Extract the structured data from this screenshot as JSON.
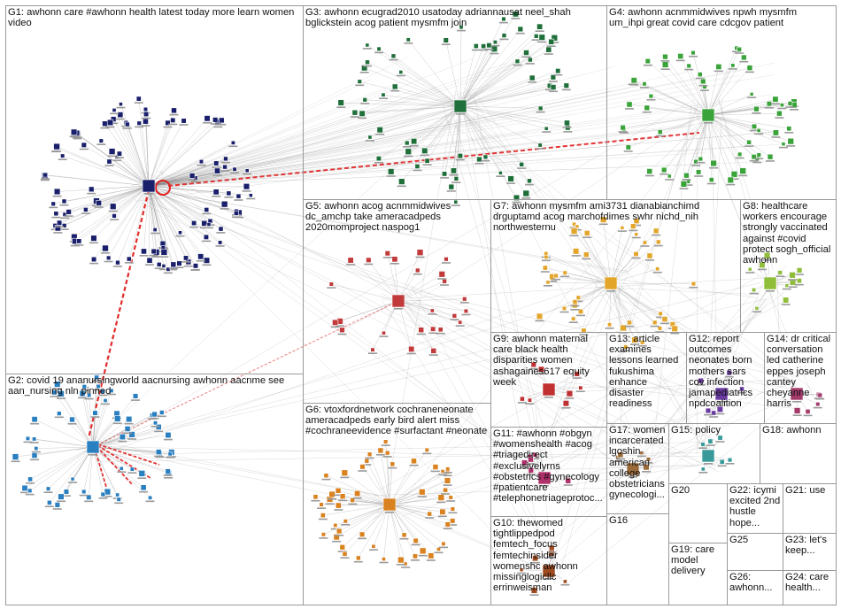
{
  "groups": [
    {
      "id": "G1",
      "label": "G1: awhonn care #awhonn health latest today more learn women video",
      "color": "#1a1f6b"
    },
    {
      "id": "G2",
      "label": "G2: covid 19 ananursingworld aacnursing awhonn aacnme see aan_nursing nln pinned",
      "color": "#2a7fc0"
    },
    {
      "id": "G3",
      "label": "G3: awhonn ecugrad2010 usatoday adriannausat neel_shah bglickstein acog patient mysmfm join",
      "color": "#1f6f3a"
    },
    {
      "id": "G4",
      "label": "G4: awhonn acnmmidwives npwh mysmfm um_ihpi great covid care cdcgov patient",
      "color": "#3aa33a"
    },
    {
      "id": "G5",
      "label": "G5: awhonn acog acnmmidwives dc_amchp take ameracadpeds 2020momproject naspog1",
      "color": "#c23a3a"
    },
    {
      "id": "G6",
      "label": "G6: vtoxfordnetwork cochraneneonate ameracadpeds early bird alert miss #cochraneevidence #surfactant #neonate",
      "color": "#d9821f"
    },
    {
      "id": "G7",
      "label": "G7: awhonn mysmfm ami3731 dianabianchimd drguptamd acog marchofdimes swhr nichd_nih northwesternu",
      "color": "#e3a52a"
    },
    {
      "id": "G8",
      "label": "G8: healthcare workers encourage strongly vaccinated against #covid protect sogh_official awhonn",
      "color": "#8fbf3a"
    },
    {
      "id": "G9",
      "label": "G9: awhonn maternal care black health disparities women ashagaines617 equity week",
      "color": "#c03030"
    },
    {
      "id": "G10",
      "label": "G10: thewomed tightlippedpod femtech_focus femtechinsider womenshc awhonn missinglogicllc errinweisman",
      "color": "#a04a1f"
    },
    {
      "id": "G11",
      "label": "G11: #awhonn #obgyn #womenshealth #acog #triagedirect #exclusivelyrns #obstetrics #gynecology #patientcare #telephonetriageprotoc...",
      "color": "#b0306a"
    },
    {
      "id": "G12",
      "label": "G12: report outcomes neonates born mothers sars cov infection jamapediatrics npdcoalition",
      "color": "#6a3aa3"
    },
    {
      "id": "G13",
      "label": "G13: article examines lessons learned fukushima enhance disaster readiness",
      "color": "#3a6aa3"
    },
    {
      "id": "G14",
      "label": "G14: dr critical conversation led catherine eppes joseph cantey cheyanne harris",
      "color": "#a33a6a"
    },
    {
      "id": "G15",
      "label": "G15: policy",
      "color": "#3a9a9a"
    },
    {
      "id": "G16",
      "label": "G16",
      "color": "#6a9a3a"
    },
    {
      "id": "G17",
      "label": "G17: women incarcerated lgoshin american college obstetricians gynecologi...",
      "color": "#9a6a3a"
    },
    {
      "id": "G18",
      "label": "G18: awhonn",
      "color": "#c06a1f"
    },
    {
      "id": "G19",
      "label": "G19: care model delivery",
      "color": "#1f3a9a"
    },
    {
      "id": "G20",
      "label": "G20",
      "color": "#3aa36a"
    },
    {
      "id": "G21",
      "label": "G21: use",
      "color": "#c03a3a"
    },
    {
      "id": "G22",
      "label": "G22: icymi excited 2nd hustle hope...",
      "color": "#6a6a6a"
    },
    {
      "id": "G23",
      "label": "G23: let's keep...",
      "color": "#8a3ac0"
    },
    {
      "id": "G24",
      "label": "G24: care health...",
      "color": "#c0a03a"
    },
    {
      "id": "G25",
      "label": "G25",
      "color": "#3a3a9a"
    },
    {
      "id": "G26",
      "label": "G26: awhonn...",
      "color": "#3a8ac0"
    }
  ],
  "colors": {
    "edge": "#8a8a8a",
    "highlight_edge": "#e02020",
    "box_border": "#9a9a9a"
  }
}
